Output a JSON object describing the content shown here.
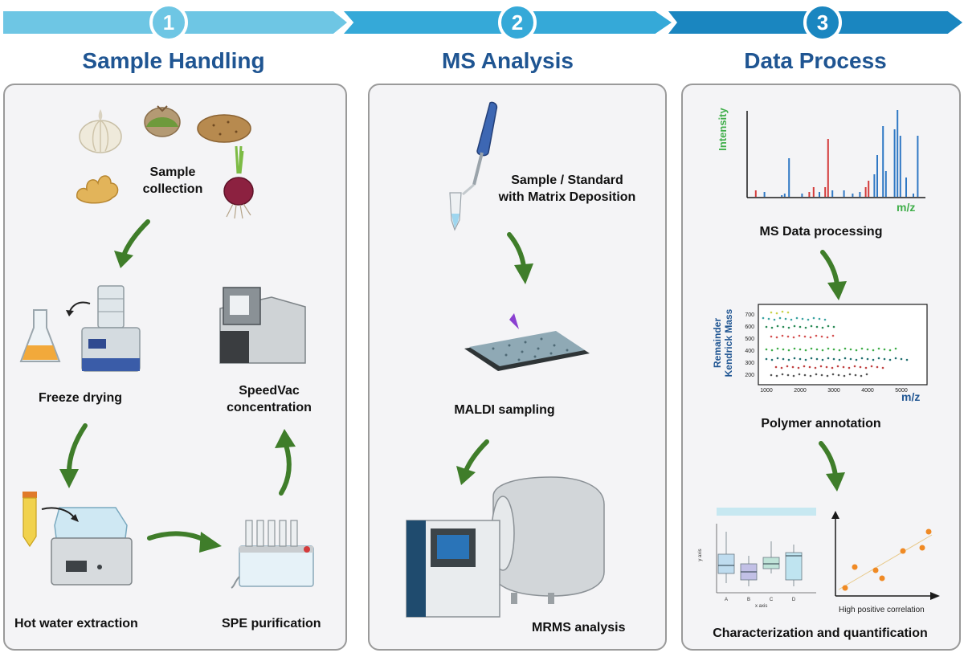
{
  "stages": [
    {
      "number": "1",
      "title": "Sample Handling",
      "color": "#6ec6e4"
    },
    {
      "number": "2",
      "title": "MS Analysis",
      "color": "#35a9d8"
    },
    {
      "number": "3",
      "title": "Data Process",
      "color": "#1a86c0"
    }
  ],
  "sample_handling": {
    "collection": "Sample\ncollection",
    "freeze": "Freeze drying",
    "speedvac": "SpeedVac\nconcentration",
    "hot_water": "Hot water extraction",
    "spe": "SPE purification"
  },
  "ms_analysis": {
    "deposition": "Sample / Standard\nwith Matrix Deposition",
    "maldi": "MALDI sampling",
    "mrms": "MRMS analysis"
  },
  "data_process": {
    "ms_data": "MS Data processing",
    "polymer": "Polymer annotation",
    "characterization": "Characterization and quantification",
    "spectrum_ylabel": "Intensity",
    "spectrum_xlabel": "m/z",
    "kendrick_ylabel_1": "Remainder",
    "kendrick_ylabel_2": "Kendrick Mass",
    "kendrick_xlabel": "m/z",
    "kendrick_yticks": [
      "700",
      "600",
      "500",
      "400",
      "300",
      "200"
    ],
    "kendrick_xticks": [
      "1000",
      "2000",
      "3000",
      "4000",
      "5000"
    ],
    "box_ylabel": "y axis",
    "box_xlabel": "x axis",
    "box_categories": [
      "A",
      "B",
      "C",
      "D"
    ],
    "scatter_caption": "High positive correlation"
  },
  "colors": {
    "title": "#1f5592",
    "arrow": "#3f7d2a",
    "spectrum_blue": "#2f78c4",
    "spectrum_red": "#d43b3b",
    "intensity_green": "#3fae49",
    "scatter_point": "#f08a24"
  }
}
